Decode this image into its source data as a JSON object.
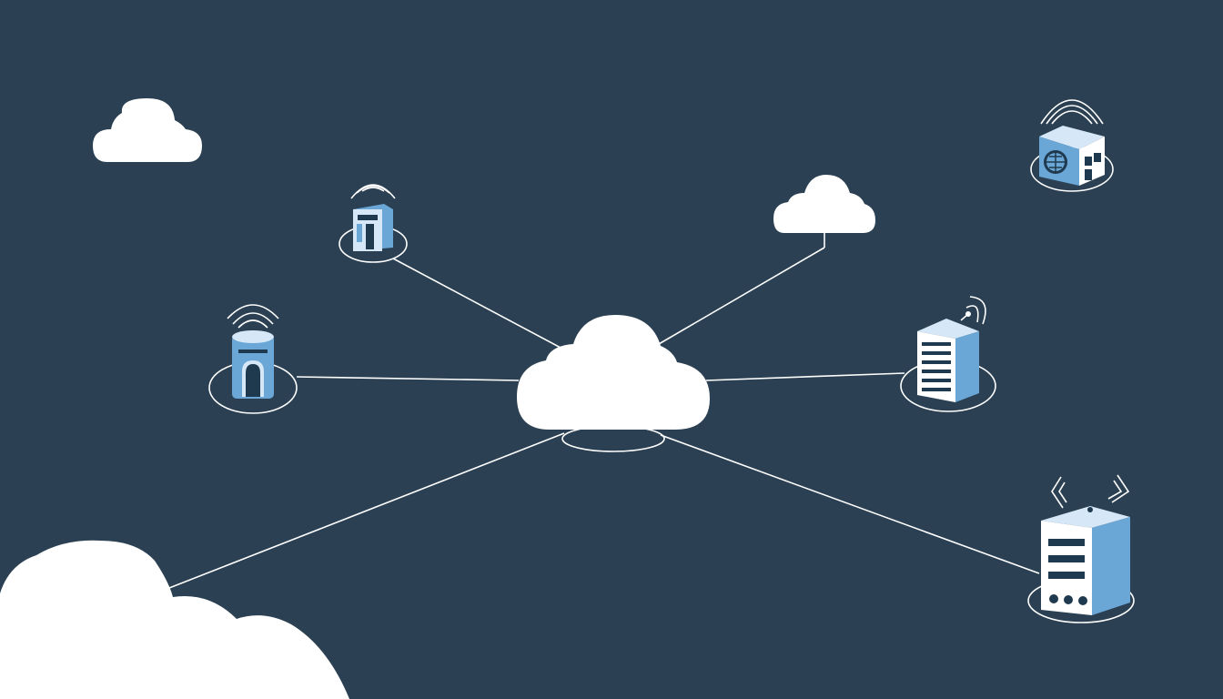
{
  "colors": {
    "background": "#2b4052",
    "line": "#ffffff",
    "cloud": "#ffffff",
    "device_light": "#d6e8f7",
    "device_blue": "#6aa6d6",
    "device_dark": "#1f3a4e"
  },
  "nodes": [
    {
      "id": "hub",
      "icon": "cloud-icon",
      "role": "central cloud"
    },
    {
      "id": "top-left-device",
      "icon": "wireless-gateway-icon"
    },
    {
      "id": "left-device",
      "icon": "wireless-cylinder-device-icon"
    },
    {
      "id": "top-right-cloud",
      "icon": "cloud-icon"
    },
    {
      "id": "right-device",
      "icon": "server-tower-icon"
    },
    {
      "id": "bottom-right-device",
      "icon": "router-icon"
    },
    {
      "id": "bottom-left-cloud",
      "icon": "cloud-icon"
    },
    {
      "id": "corner-device",
      "icon": "globe-building-icon"
    },
    {
      "id": "corner-cloud",
      "icon": "cloud-icon"
    }
  ],
  "links": [
    {
      "from": "hub",
      "to": "top-left-device"
    },
    {
      "from": "hub",
      "to": "left-device"
    },
    {
      "from": "hub",
      "to": "top-right-cloud"
    },
    {
      "from": "hub",
      "to": "right-device"
    },
    {
      "from": "hub",
      "to": "bottom-right-device"
    },
    {
      "from": "hub",
      "to": "bottom-left-cloud"
    }
  ]
}
